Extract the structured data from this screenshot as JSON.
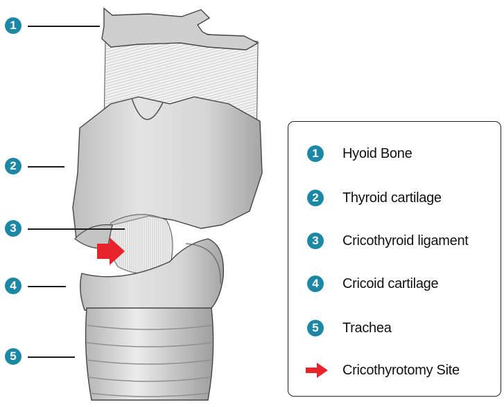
{
  "colors": {
    "marker": "#1c88a6",
    "arrow": "#e8232b",
    "cartilage_fill": "#dedede",
    "cartilage_shade": "#a8a8a8",
    "line": "#1a1a1a"
  },
  "markers": [
    "1",
    "2",
    "3",
    "4",
    "5"
  ],
  "legend": {
    "items": [
      {
        "num": "1",
        "label": "Hyoid Bone"
      },
      {
        "num": "2",
        "label": "Thyroid cartilage"
      },
      {
        "num": "3",
        "label": "Cricothyroid ligament"
      },
      {
        "num": "4",
        "label": "Cricoid cartilage"
      },
      {
        "num": "5",
        "label": "Trachea"
      }
    ],
    "arrow_item": {
      "icon": "red-arrow-icon",
      "label": "Cricothyrotomy Site"
    }
  }
}
